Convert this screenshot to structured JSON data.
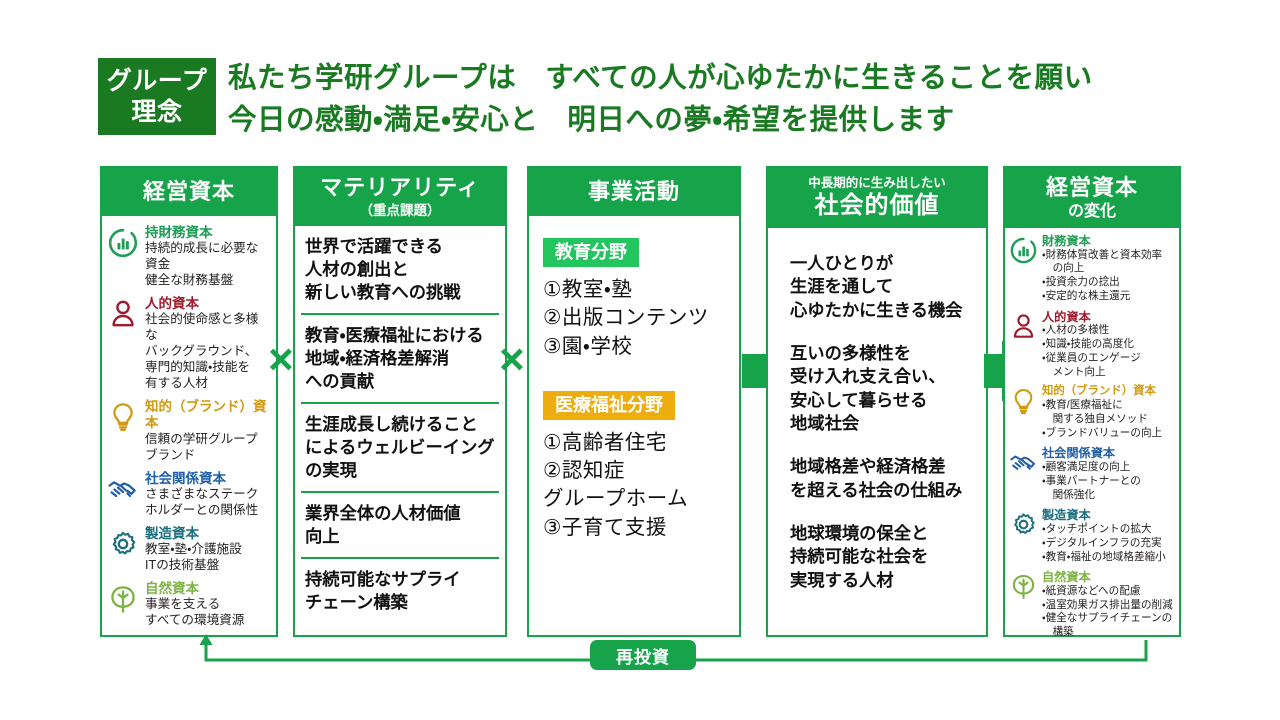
{
  "header": {
    "badge_line1": "グループ",
    "badge_line2": "理念",
    "vision": "私たち学研グループは　すべての人が心ゆたかに生きることを願い\n今日の感動・満足・安心と　明日への夢・希望を提供します"
  },
  "columns": {
    "management_capital": {
      "title": "経営資本",
      "items": [
        {
          "label": "持財務資本",
          "color": "#1f9d55",
          "icon": "chart-donut-icon",
          "desc": "持続的成長に必要な\n資金\n健全な財務基盤"
        },
        {
          "label": "人的資本",
          "color": "#a01b2e",
          "icon": "person-icon",
          "desc": "社会的使命感と多様な\nバックグラウンド、\n専門的知識・技能を\n有する人材"
        },
        {
          "label": "知的（ブランド）資本",
          "color": "#d19a10",
          "icon": "lightbulb-icon",
          "desc": "信頼の学研グループ\nブランド"
        },
        {
          "label": "社会関係資本",
          "color": "#1f5fa8",
          "icon": "handshake-icon",
          "desc": "さまざまなステーク\nホルダーとの関係性"
        },
        {
          "label": "製造資本",
          "color": "#1b6e7d",
          "icon": "gear-icon",
          "desc": "教室・塾・介護施設\nITの技術基盤"
        },
        {
          "label": "自然資本",
          "color": "#7cb342",
          "icon": "leaf-icon",
          "desc": "事業を支える\nすべての環境資源"
        }
      ]
    },
    "materiality": {
      "title": "マテリアリティ",
      "subtitle": "（重点課題）",
      "items": [
        "世界で活躍できる\n人材の創出と\n新しい教育への挑戦",
        "教育・医療福祉における\n地域・経済格差解消\nへの貢献",
        "生涯成長し続けること\nによるウェルビーイング\nの実現",
        "業界全体の人材価値\n向上",
        "持続可能なサプライ\nチェーン構築"
      ]
    },
    "business": {
      "title": "事業活動",
      "segments": [
        {
          "name": "教育分野",
          "color": "#22c55e",
          "items": "①教室・塾\n②出版コンテンツ\n③園・学校"
        },
        {
          "name": "医療福祉分野",
          "color": "#eead0e",
          "items": "①高齢者住宅\n②認知症\nグループホーム\n③子育て支援"
        }
      ]
    },
    "social_value": {
      "pre_title": "中長期的に生み出したい",
      "title": "社会的価値",
      "items": [
        "一人ひとりが\n生涯を通して\n心ゆたかに生きる機会",
        "互いの多様性を\n受け入れ支え合い、\n安心して暮らせる\n地域社会",
        "地域格差や経済格差\nを超える社会の仕組み",
        "地球環境の保全と\n持続可能な社会を\n実現する人材"
      ]
    },
    "capital_change": {
      "title": "経営資本",
      "subtitle": "の変化",
      "items": [
        {
          "label": "財務資本",
          "color": "#1f9d55",
          "icon": "chart-donut-icon",
          "desc": "・財務体質改善と資本効率\n　の向上\n・投資余力の捻出\n・安定的な株主還元"
        },
        {
          "label": "人的資本",
          "color": "#a01b2e",
          "icon": "person-icon",
          "desc": "・人材の多様性\n・知識・技能の高度化\n・従業員のエンゲージ\n　メント向上"
        },
        {
          "label": "知的（ブランド）資本",
          "color": "#d19a10",
          "icon": "lightbulb-icon",
          "desc": "・教育/医療福祉に\n　関する独自メソッド\n・ブランドバリューの向上"
        },
        {
          "label": "社会関係資本",
          "color": "#1f5fa8",
          "icon": "handshake-icon",
          "desc": "・顧客満足度の向上\n・事業パートナーとの\n　関係強化"
        },
        {
          "label": "製造資本",
          "color": "#1b6e7d",
          "icon": "gear-icon",
          "desc": "・タッチポイントの拡大\n・デジタルインフラの充実\n・教育・福祉の地域格差縮小"
        },
        {
          "label": "自然資本",
          "color": "#7cb342",
          "icon": "leaf-icon",
          "desc": "・紙資源などへの配慮\n・温室効果ガス排出量の削減\n・健全なサプライチェーンの\n　構築"
        }
      ]
    }
  },
  "connectors": {
    "multiply_1": "×",
    "multiply_2": "×",
    "arrow_1": "arrow-right-icon",
    "arrow_2": "arrow-right-icon"
  },
  "footer": {
    "reinvest_label": "再投資"
  },
  "theme": {
    "brand_green": "#16a34a",
    "badge_green": "#1a7a22",
    "vision_green": "#1a7a22",
    "edu_green": "#22c55e",
    "med_yellow": "#eead0e"
  }
}
